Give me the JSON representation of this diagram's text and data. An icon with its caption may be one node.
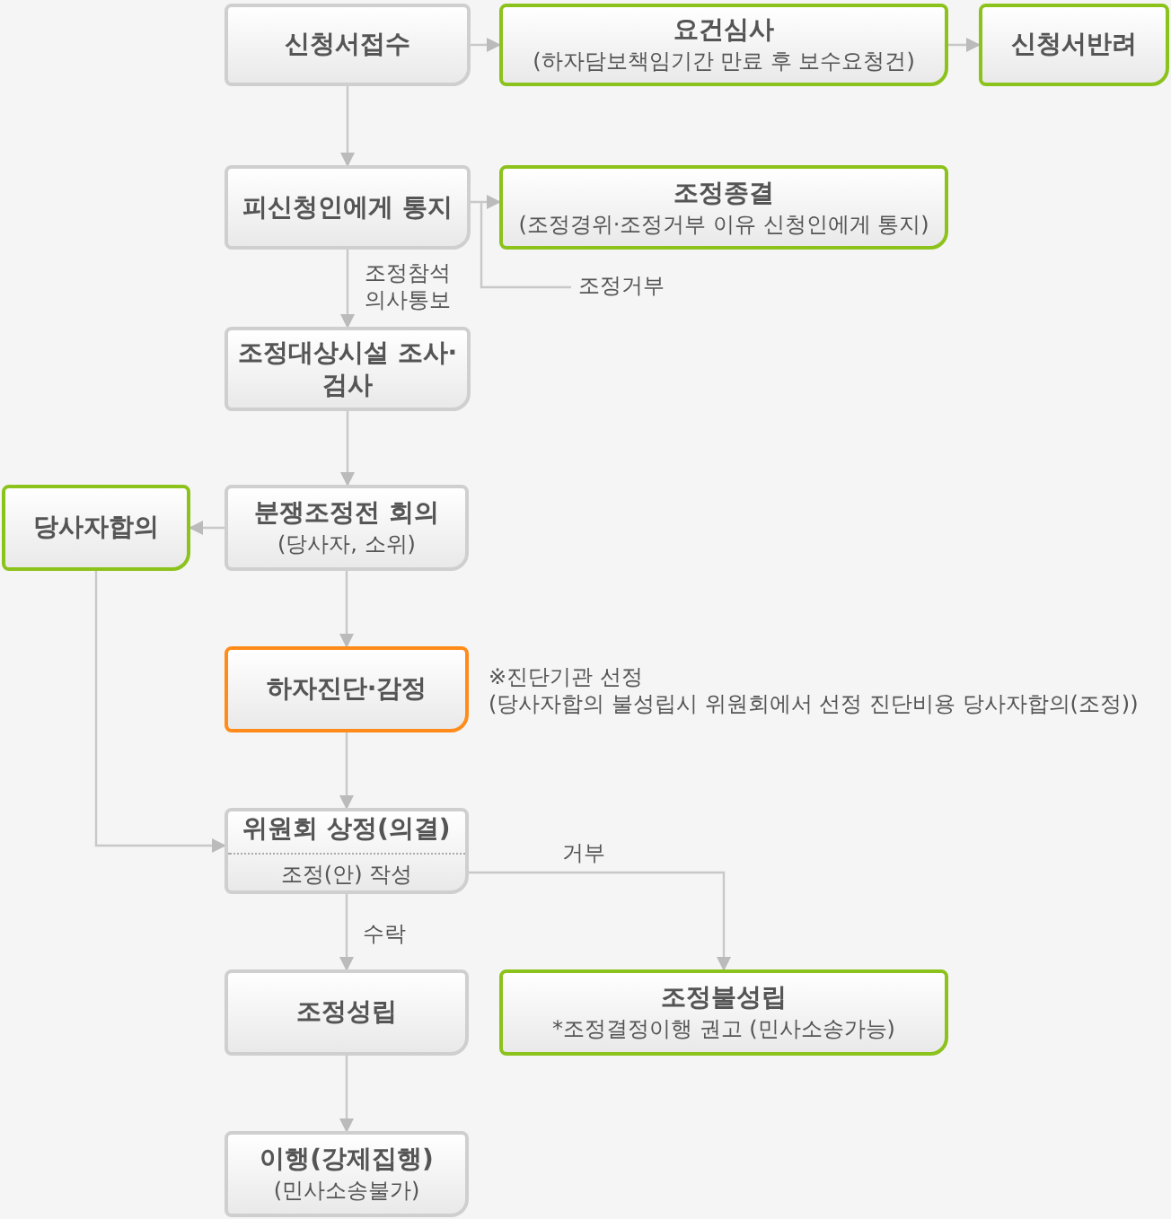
{
  "diagram": {
    "nodes": [
      {
        "text": [
          "신청서접수"
        ]
      },
      {
        "text": [
          "요건심사",
          "(하자담보책임기간 만료 후 보수요청건)"
        ]
      },
      {
        "text": [
          "신청서반려"
        ]
      },
      {
        "text": [
          "피신청인에게 통지"
        ]
      },
      {
        "text": [
          "조정종결",
          "(조정경위·조정거부 이유 신청인에게 통지)"
        ]
      },
      {
        "text": [
          "조정대상시설 조사·검사"
        ]
      },
      {
        "text": [
          "분쟁조정전 회의",
          "(당사자, 소위)"
        ]
      },
      {
        "text": [
          "당사자합의"
        ]
      },
      {
        "text": [
          "하자진단·감정"
        ],
        "beside": [
          "※진단기관 선정",
          "(당사자합의 불성립시 위원회에서 선정 진단비용 당사자합의(조정))"
        ]
      },
      {
        "text": [
          "위원회 상정(의결)",
          "조정(안) 작성"
        ]
      },
      {
        "text": [
          "조정성립"
        ]
      },
      {
        "text": [
          "조정불성립",
          "*조정결정이행 권고 (민사소송가능)"
        ]
      },
      {
        "text": [
          "이행(강제집행)",
          "(민사소송불가)"
        ]
      }
    ],
    "edges": [
      {
        "from": 0,
        "to": 1,
        "arrow": "to"
      },
      {
        "from": 1,
        "to": 2,
        "arrow": "to"
      },
      {
        "from": 0,
        "to": 3,
        "arrow": "to"
      },
      {
        "from": 3,
        "to": 4,
        "arrow": "to",
        "label": "조정거부"
      },
      {
        "from": 3,
        "to": 5,
        "arrow": "to",
        "label": "조정참석 의사통보"
      },
      {
        "from": 5,
        "to": 6,
        "arrow": "to"
      },
      {
        "from": 6,
        "to": 7,
        "arrow": "to"
      },
      {
        "from": 6,
        "to": 8,
        "arrow": "to"
      },
      {
        "from": 8,
        "to": 9,
        "arrow": "to"
      },
      {
        "from": 7,
        "to": 9,
        "arrow": "to"
      },
      {
        "from": 9,
        "to": 10,
        "arrow": "to",
        "label": "수락"
      },
      {
        "from": 9,
        "to": 11,
        "arrow": "to",
        "label": "거부"
      },
      {
        "from": 10,
        "to": 12,
        "arrow": "to"
      }
    ]
  }
}
